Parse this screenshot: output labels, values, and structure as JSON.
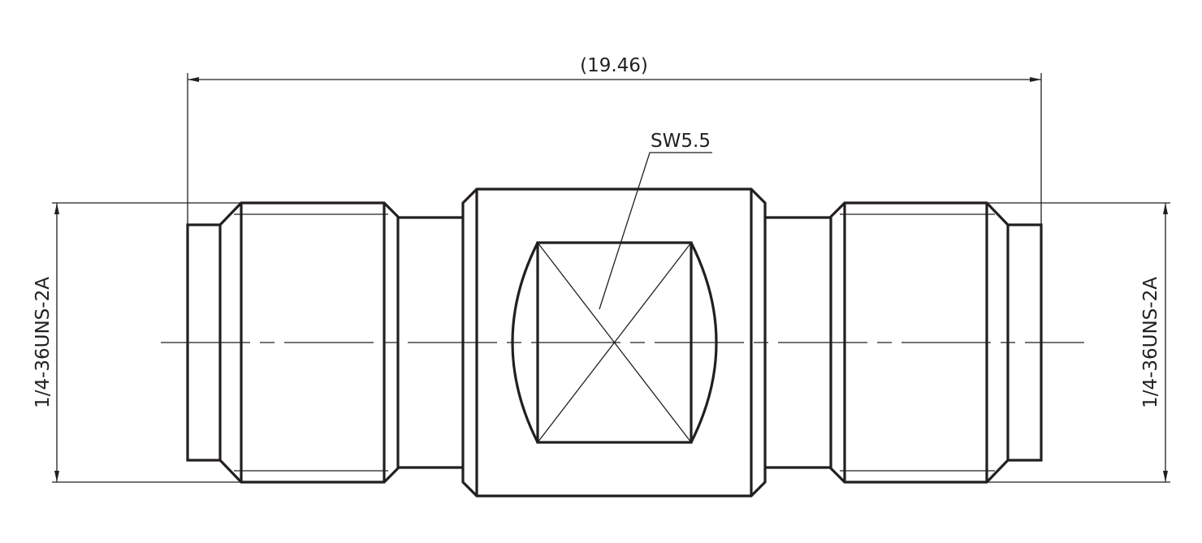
{
  "drawing": {
    "overall_length_label": "(19.46)",
    "wrench_size_label": "SW5.5",
    "left_thread_label": "1/4-36UNS-2A",
    "right_thread_label": "1/4-36UNS-2A",
    "line_color": "#231f20"
  }
}
